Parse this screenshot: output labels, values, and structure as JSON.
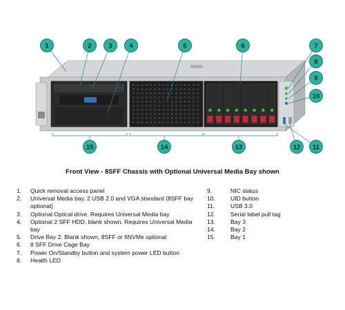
{
  "caption": "Front View - 8SFF Chassis with Optional Universal Media Bay shown",
  "callouts": [
    "1",
    "2",
    "3",
    "4",
    "5",
    "6",
    "7",
    "8",
    "9",
    "10",
    "11",
    "12",
    "13",
    "14",
    "15"
  ],
  "legend_left": [
    {
      "n": "1.",
      "text": "Quick removal access panel"
    },
    {
      "n": "2.",
      "text": "Universal Media bay. 2 USB 2.0 and VGA standard (8SFF bay optional)"
    },
    {
      "n": "3.",
      "text": "Optional Optical drive. Requires Universal Media bay"
    },
    {
      "n": "4.",
      "text": "Optional 2 SFF HDD, blank shown. Requires Universal Media bay"
    },
    {
      "n": "5.",
      "text": "Drive Bay 2. Blank shown, 8SFF or 6NVMe optional"
    },
    {
      "n": "6.",
      "text": "8 SFF Drive Cage Bay"
    },
    {
      "n": "7.",
      "text": "Power On/Standby button and system power LED button"
    },
    {
      "n": "8.",
      "text": "Health LED"
    }
  ],
  "legend_right": [
    {
      "n": "9.",
      "text": "NIC status"
    },
    {
      "n": "10.",
      "text": "UID button"
    },
    {
      "n": "11.",
      "text": "USB 3.0"
    },
    {
      "n": "12.",
      "text": "Serial label pull tag"
    },
    {
      "n": "13.",
      "text": "Bay 3"
    },
    {
      "n": "14.",
      "text": "Bay 2"
    },
    {
      "n": "15.",
      "text": "Bay 1"
    }
  ],
  "colors": {
    "callout_fill": "#2bb3a0",
    "callout_stroke": "#1a7a6c",
    "chassis": "#c9cacb",
    "dark": "#1e1e1e",
    "drive_red": "#c2283a",
    "drive_led": "#39c24a"
  }
}
